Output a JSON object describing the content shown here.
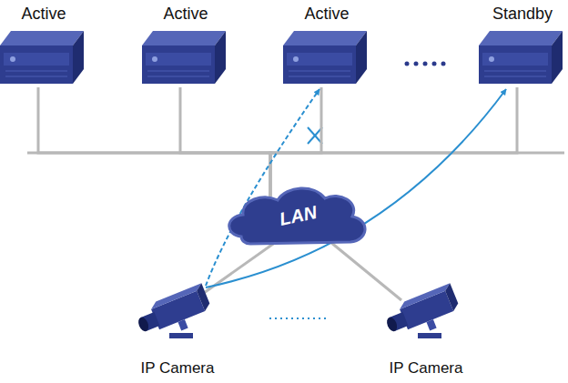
{
  "diagram": {
    "nodes": [
      {
        "text": [
          "Active"
        ]
      },
      {
        "text": [
          "Active"
        ]
      },
      {
        "text": [
          "Active"
        ]
      },
      {
        "text": [
          "Standby"
        ]
      },
      {
        "text": [
          "LAN"
        ]
      },
      {
        "text": [
          "IP Camera"
        ]
      },
      {
        "text": [
          "IP Camera"
        ]
      }
    ],
    "edges": [
      {
        "from": 0,
        "to": 4,
        "arrow": "none"
      },
      {
        "from": 1,
        "to": 4,
        "arrow": "none"
      },
      {
        "from": 2,
        "to": 4,
        "arrow": "none"
      },
      {
        "from": 3,
        "to": 4,
        "arrow": "none"
      },
      {
        "from": 5,
        "to": 4,
        "arrow": "none"
      },
      {
        "from": 6,
        "to": 4,
        "arrow": "none"
      },
      {
        "from": 5,
        "to": 2,
        "arrow": "to"
      },
      {
        "from": 5,
        "to": 3,
        "arrow": "to"
      }
    ]
  }
}
